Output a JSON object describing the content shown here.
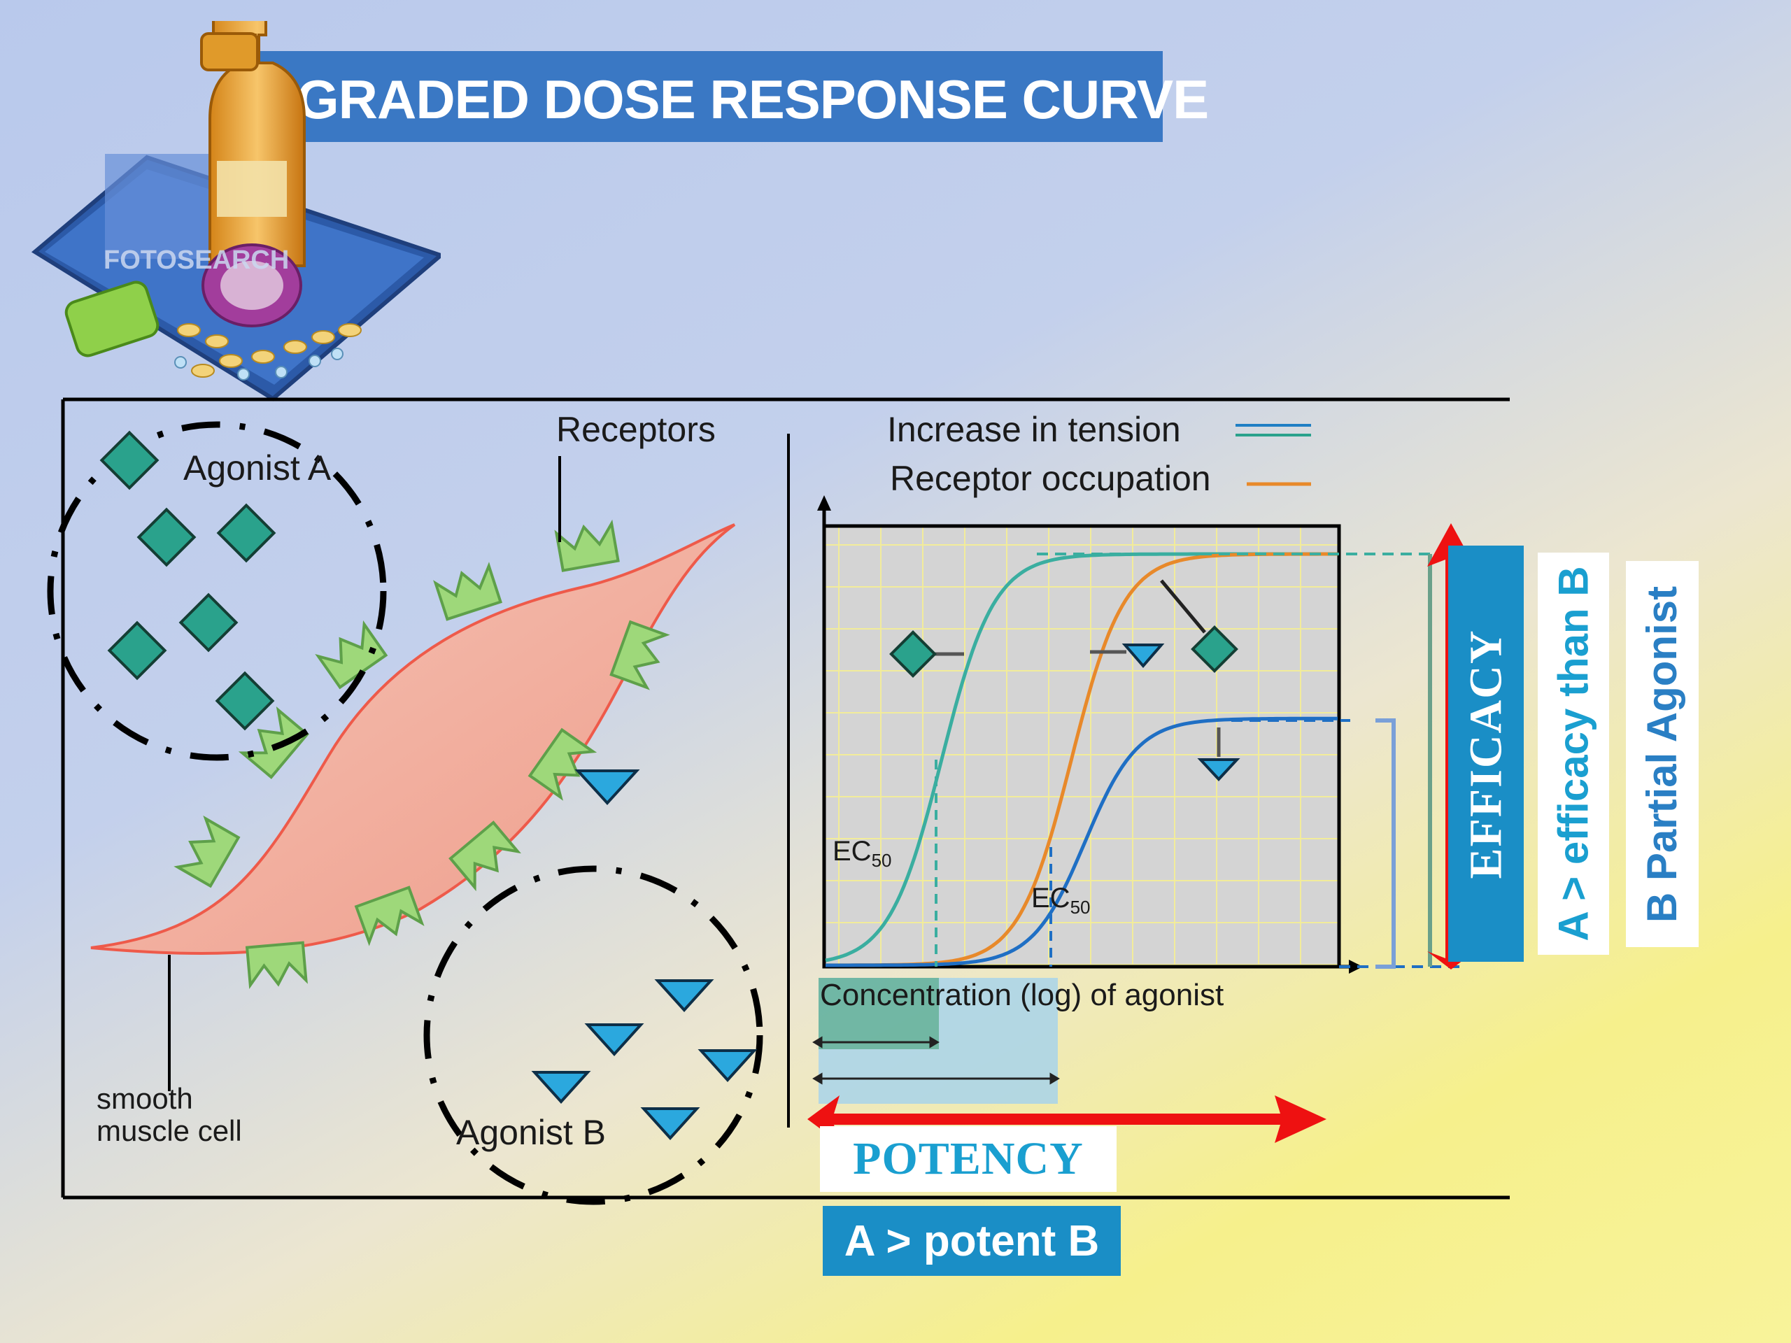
{
  "title": "GRADED DOSE RESPONSE CURVE",
  "clipart": {
    "watermark": "FOTOSEARCH"
  },
  "diagram": {
    "agonist_a_label": "Agonist A",
    "agonist_b_label": "Agonist B",
    "receptors_label": "Receptors",
    "smooth_muscle_label_line1": "smooth",
    "smooth_muscle_label_line2": "muscle cell"
  },
  "chart": {
    "legend": [
      {
        "label": "Increase in tension",
        "color": "#1f7fc4"
      },
      {
        "label": "Receptor occupation",
        "color": "#e8892a"
      }
    ],
    "ec50_label": "EC",
    "ec50_sub": "50",
    "xlabel": "Concentration (log) of agonist"
  },
  "chart_data": {
    "type": "line",
    "xlabel": "Concentration (log) of agonist",
    "ylabel": "",
    "series": [
      {
        "name": "Increase in tension",
        "agonist": "A",
        "max": 1.0,
        "ec50_log": 1.7,
        "color": "#3aaea0"
      },
      {
        "name": "Receptor occupation",
        "agonist": "A",
        "max": 1.0,
        "ec50_log": 3.6,
        "color": "#e8892a"
      },
      {
        "name": "Increase in tension",
        "agonist": "B",
        "max": 0.6,
        "ec50_log": 3.8,
        "color": "#1f6fc4"
      }
    ],
    "xlim": [
      0,
      7.5
    ],
    "ylim": [
      0,
      1.0
    ]
  },
  "annotations": {
    "efficacy": "EFFICACY",
    "a_efficacy": "A > efficacy than B",
    "b_partial": "B Partial Agonist",
    "potency": "POTENCY",
    "a_potent": "A > potent B"
  },
  "colors": {
    "agonist_a": "#2aa28c",
    "agonist_b": "#2ba8de",
    "receptor": "#9ed87a",
    "cell": "#f2a898",
    "arrow_red": "#ee1111",
    "panel_blue": "#1a8ec6"
  }
}
